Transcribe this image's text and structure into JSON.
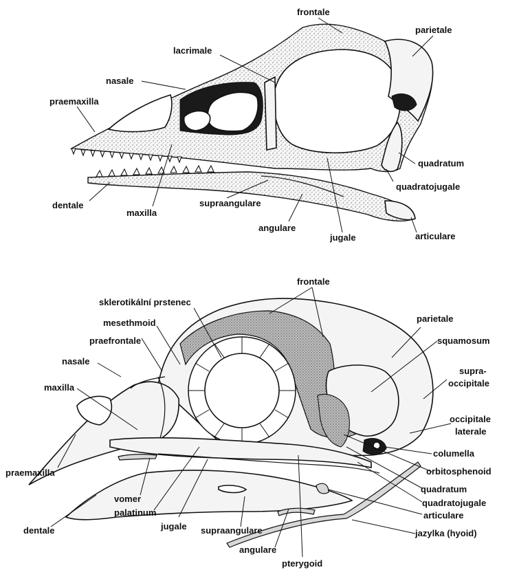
{
  "dinosaur_skull": {
    "labels": {
      "frontale": "frontale",
      "parietale": "parietale",
      "lacrimale": "lacrimale",
      "nasale": "nasale",
      "praemaxilla": "praemaxilla",
      "quadratum": "quadratum",
      "quadratojugale": "quadratojugale",
      "dentale": "dentale",
      "maxilla": "maxilla",
      "supraangulare": "supraangulare",
      "angulare": "angulare",
      "jugale": "jugale",
      "articulare": "articulare"
    }
  },
  "bird_skull": {
    "labels": {
      "frontale": "frontale",
      "sklerotikalni_prstenec": "sklerotikální prstenec",
      "parietale": "parietale",
      "mesethmoid": "mesethmoid",
      "squamosum": "squamosum",
      "praefrontale": "praefrontale",
      "nasale": "nasale",
      "supraoccipitale_1": "supra-",
      "supraoccipitale_2": "occipitale",
      "maxilla": "maxilla",
      "occipitale_laterale_1": "occipitale",
      "occipitale_laterale_2": "laterale",
      "columella": "columella",
      "praemaxilla": "praemaxilla",
      "orbitosphenoid": "orbitosphenoid",
      "quadratum": "quadratum",
      "quadratojugale": "quadratojugale",
      "articulare": "articulare",
      "vomer": "vomer",
      "dentale": "dentale",
      "palatinum": "palatinum",
      "jugale": "jugale",
      "supraangulare": "supraangulare",
      "angulare": "angulare",
      "jazylka": "jazylka (hyoid)",
      "pterygoid": "pterygoid"
    }
  }
}
